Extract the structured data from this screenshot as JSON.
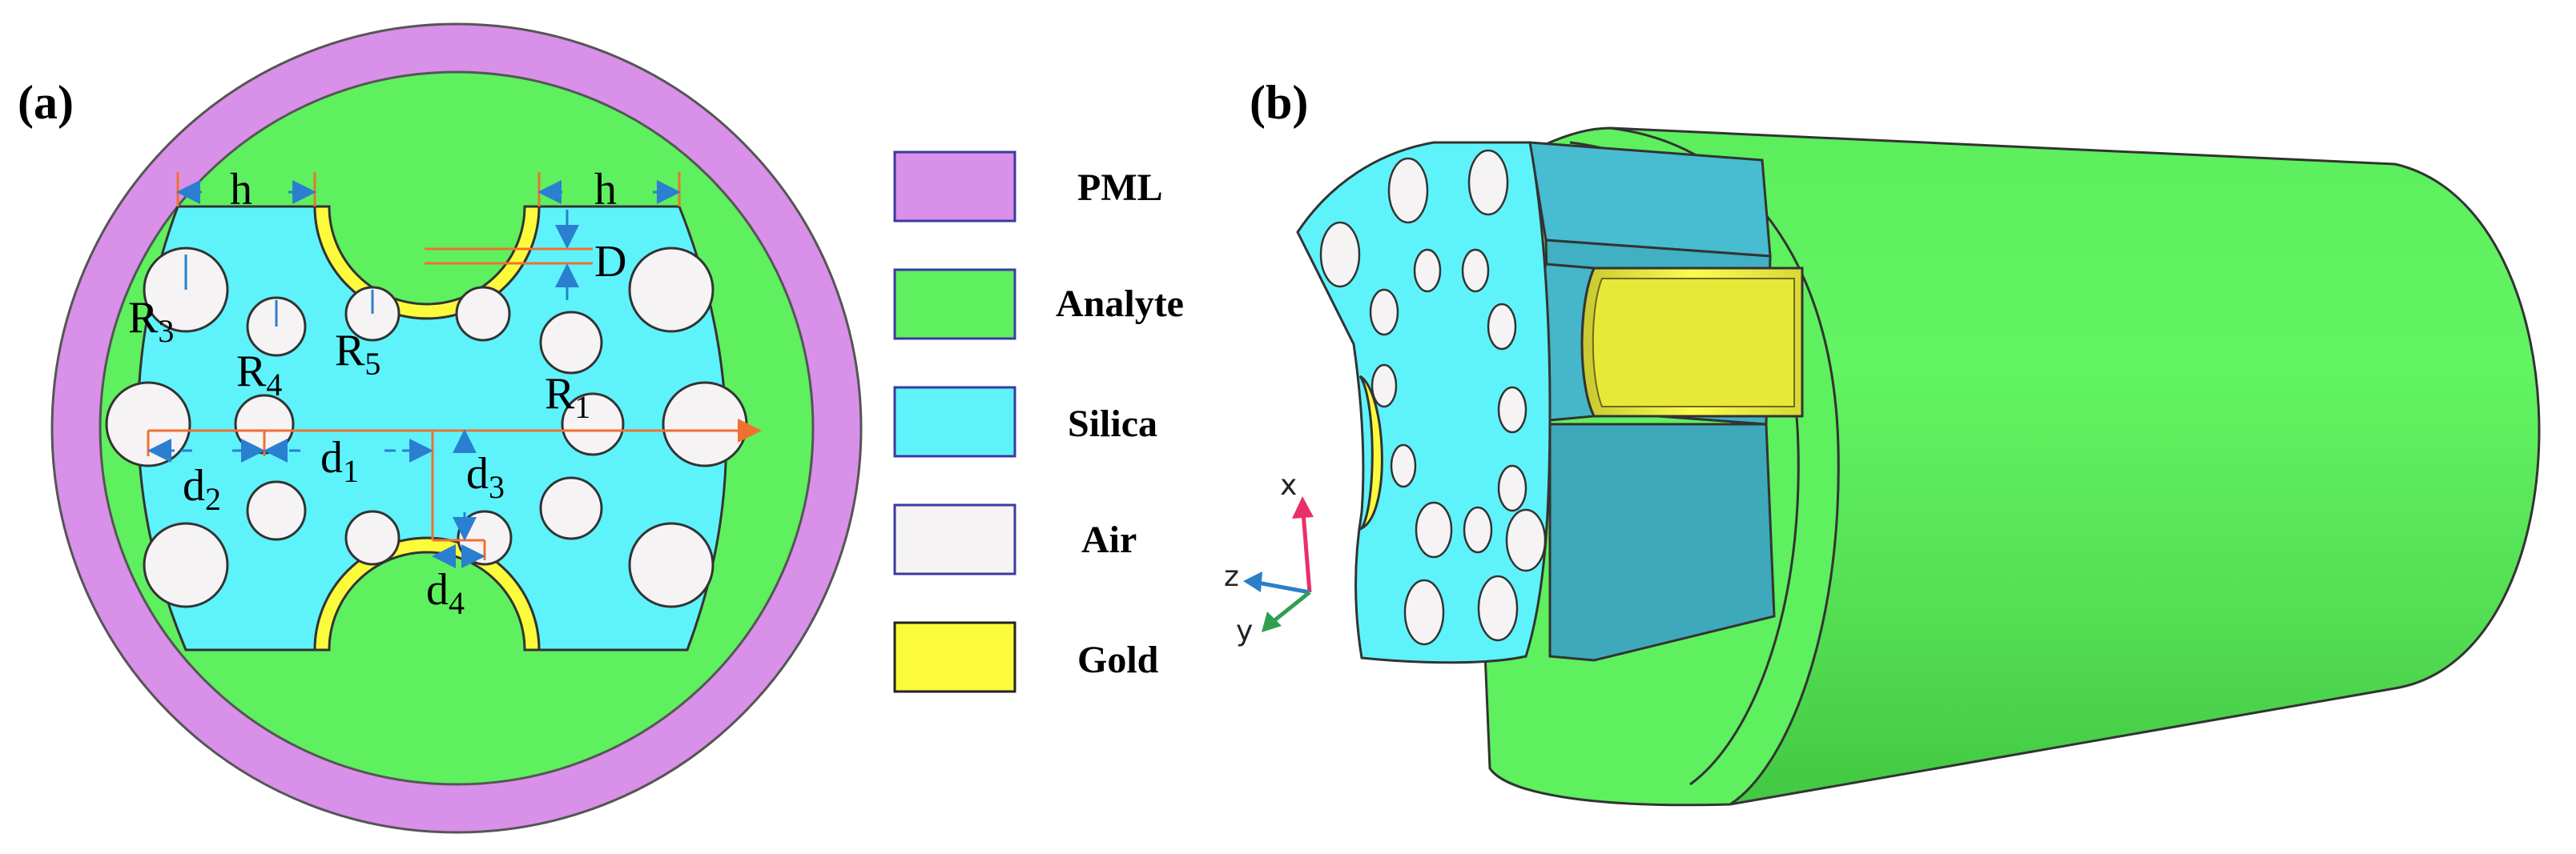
{
  "panels": {
    "a_label": "(a)",
    "b_label": "(b)"
  },
  "dimensions": {
    "h_left": "h",
    "h_right": "h",
    "D": "D",
    "R3": {
      "base": "R",
      "sub": "3"
    },
    "R4": {
      "base": "R",
      "sub": "4"
    },
    "R5": {
      "base": "R",
      "sub": "5"
    },
    "R1": {
      "base": "R",
      "sub": "1"
    },
    "d1": {
      "base": "d",
      "sub": "1"
    },
    "d2": {
      "base": "d",
      "sub": "2"
    },
    "d3": {
      "base": "d",
      "sub": "3"
    },
    "d4": {
      "base": "d",
      "sub": "4"
    }
  },
  "legend": {
    "items": [
      {
        "label": "PML",
        "color": "#d990e8"
      },
      {
        "label": "Analyte",
        "color": "#5ef05e"
      },
      {
        "label": "Silica",
        "color": "#5ef3fb"
      },
      {
        "label": "Air",
        "color": "#f6f3f5"
      },
      {
        "label": "Gold",
        "color": "#fbfb3c"
      }
    ]
  },
  "axes3d": {
    "x": "x",
    "y": "y",
    "z": "z"
  },
  "colors": {
    "pml": "#d990e8",
    "analyte": "#5ef05e",
    "silica": "#5ef3fb",
    "air": "#f6f3f5",
    "gold": "#fbfb3c",
    "dimension_arrow": "#2a7fd0",
    "guide_line": "#f0a030"
  }
}
